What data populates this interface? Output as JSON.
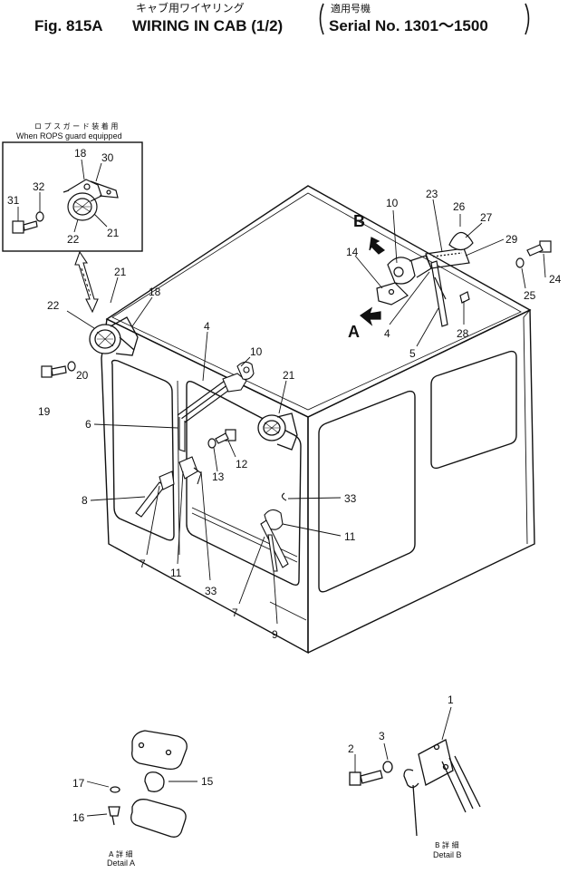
{
  "header": {
    "title_jp": "キャブ用ワイヤリング",
    "fig_no": "Fig. 815A",
    "title_en": "WIRING IN CAB (1/2)",
    "applicable_jp": "適用号機",
    "serial": "Serial No. 1301～1500"
  },
  "inset": {
    "caption_jp": "ロ プ ス ガ ー ド 装 着 用",
    "caption_en": "When ROPS guard equipped"
  },
  "detail_a": {
    "label_jp": "A 詳 細",
    "label_en": "Detail A"
  },
  "detail_b": {
    "label_jp": "B 詳 細",
    "label_en": "Detail B"
  },
  "view_arrows": {
    "a": "A",
    "b": "B"
  },
  "callouts": [
    "1",
    "2",
    "3",
    "4",
    "5",
    "6",
    "7",
    "8",
    "9",
    "10",
    "11",
    "12",
    "13",
    "14",
    "15",
    "16",
    "17",
    "18",
    "19",
    "20",
    "21",
    "22",
    "23",
    "24",
    "25",
    "26",
    "27",
    "28",
    "29",
    "30",
    "31",
    "32",
    "33"
  ]
}
